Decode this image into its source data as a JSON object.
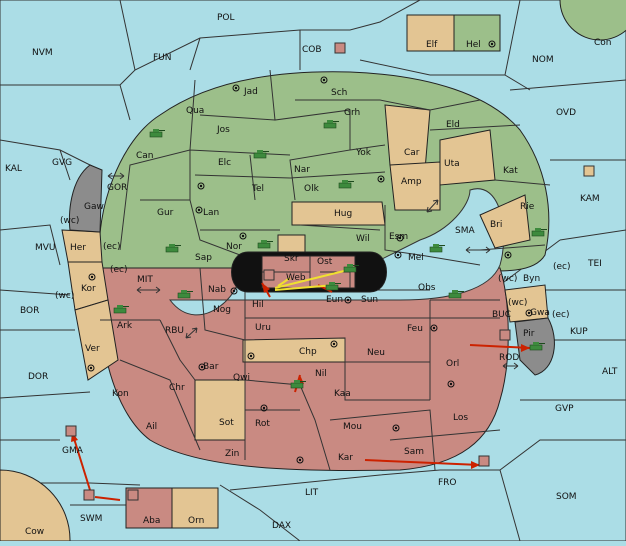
{
  "colors": {
    "sea": "#abdde6",
    "north_power": "#9cbf8a",
    "south_power": "#c98a82",
    "neutral": "#e3c593",
    "impassable": "#8c8c8c",
    "move_arrow": "#cc2200",
    "support_arrow": "#f0e030"
  },
  "icons": {
    "army": "tank-icon",
    "fleet": "ship-icon",
    "supply_center": "dot-icon"
  },
  "sea_labels": [
    "POL",
    "COB",
    "NVM",
    "FUN",
    "NOM",
    "Con",
    "OVD",
    "KAL",
    "GVG",
    "GOR",
    "(wc)",
    "(ec)",
    "MVU",
    "MIT",
    "BOR",
    "RBU",
    "SMA",
    "TEI",
    "KAM",
    "KUP",
    "ALT",
    "BUC",
    "ROD",
    "GVP",
    "DOR",
    "GMA",
    "SWM",
    "LIT",
    "FRO",
    "SOM",
    "DAX",
    "Cow"
  ],
  "green_labels": [
    "Jad",
    "Sch",
    "Qua",
    "Jos",
    "Grh",
    "Eld",
    "Can",
    "Elc",
    "Nar",
    "Yok",
    "Kat",
    "Tel",
    "Olk",
    "Gur",
    "Lan",
    "Rie",
    "Nor",
    "Sap",
    "Skr",
    "Ost",
    "Wil",
    "Esm",
    "Mel",
    "Byn"
  ],
  "red_labels": [
    "Web",
    "Nab",
    "Hil",
    "Eun",
    "Sun",
    "Obs",
    "Nog",
    "Ark",
    "Uru",
    "Feu",
    "Bar",
    "Qwi",
    "Chp",
    "Neu",
    "Orl",
    "Nil",
    "Kaa",
    "Kon",
    "Chr",
    "Ail",
    "Rot",
    "Mou",
    "Los",
    "Zin",
    "Kar",
    "Sam",
    "Aba"
  ],
  "neutral_labels": [
    "Elf",
    "Hel",
    "Car",
    "Amp",
    "Uta",
    "Hug",
    "Bri",
    "Her",
    "Kor",
    "Ver",
    "Gwa",
    "Sot",
    "Orn"
  ],
  "gray_labels": [
    "Gaw",
    "Pir"
  ]
}
